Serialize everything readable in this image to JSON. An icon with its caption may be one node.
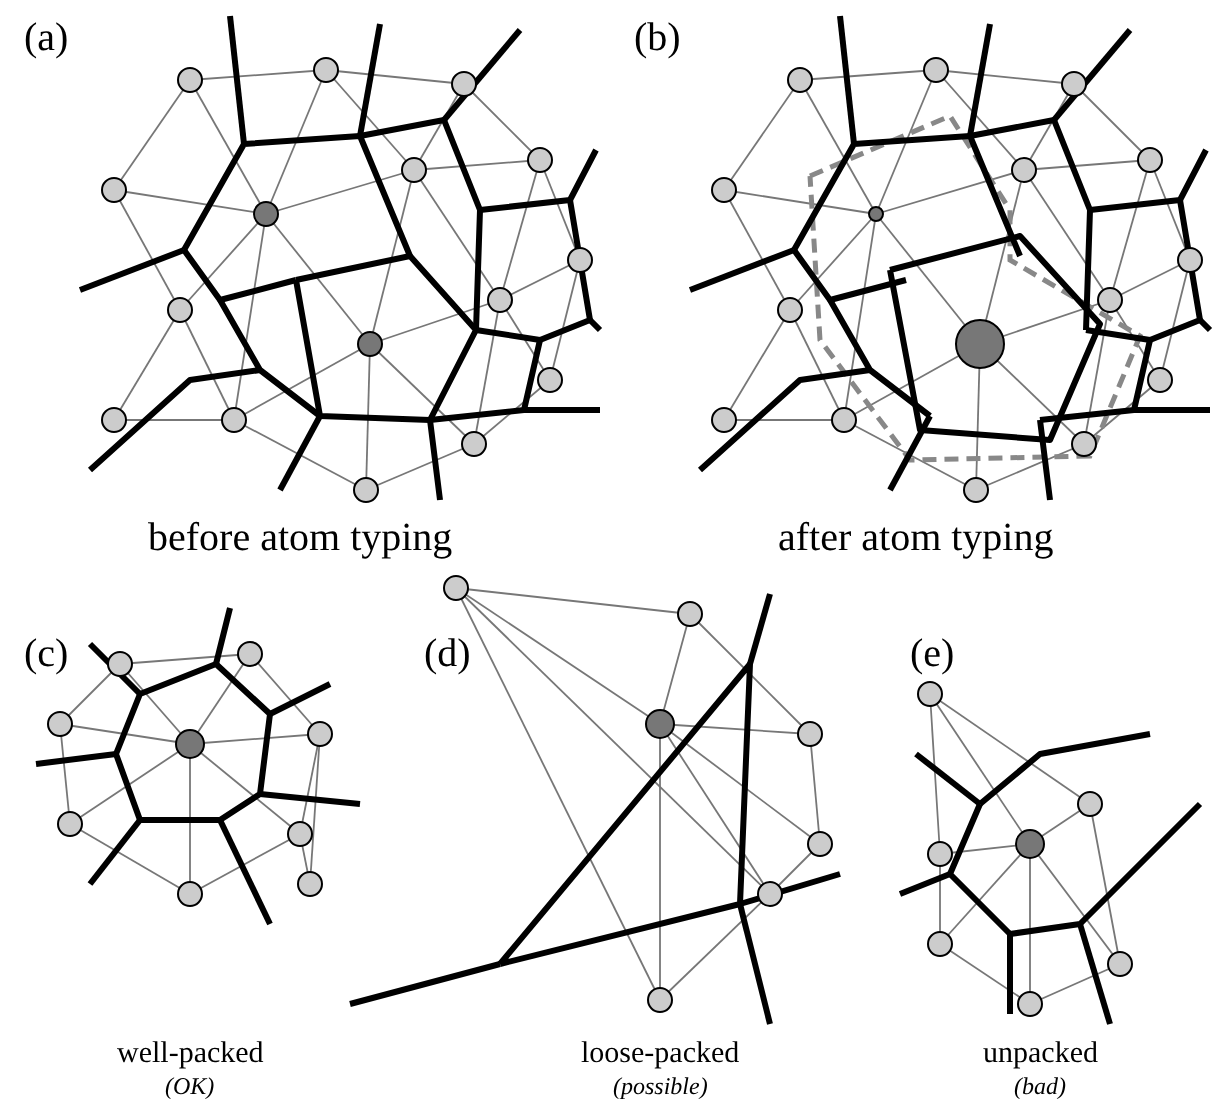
{
  "diagram": {
    "labels": [
      "(a)",
      "(b)",
      "before atom typing",
      "after atom typing",
      "(c)",
      "(d)",
      "(e)",
      "well-packed",
      "(OK)",
      "loose-packed",
      "(possible)",
      "unpacked",
      "(bad)"
    ]
  }
}
